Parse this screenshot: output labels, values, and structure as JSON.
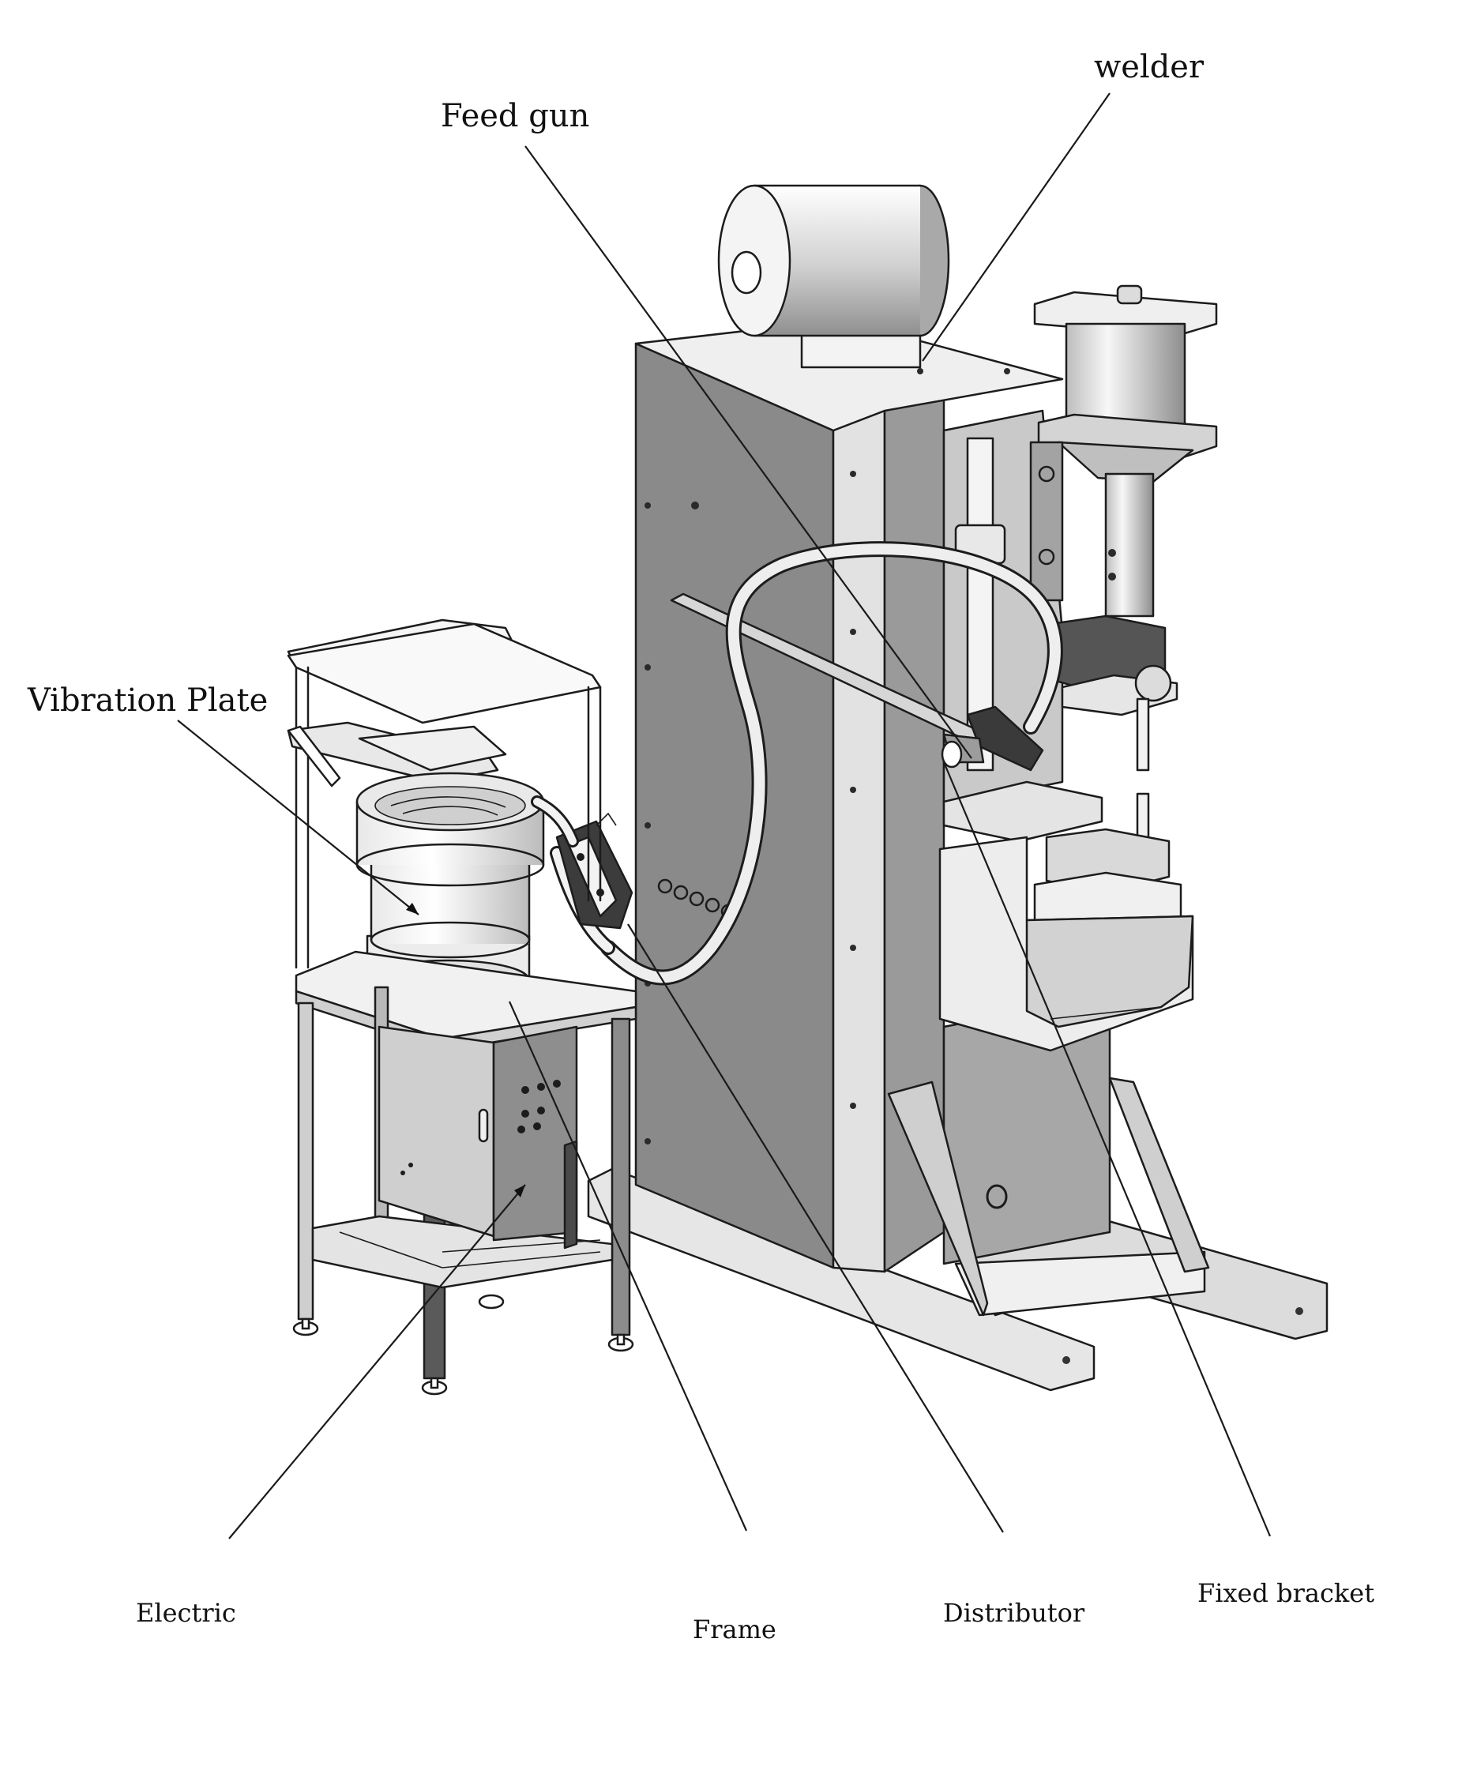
{
  "labels": {
    "welder": "welder",
    "feed_gun": "Feed gun",
    "vibration_plate": "Vibration Plate",
    "electric": "Electric",
    "frame": "Frame",
    "distributor": "Distributor",
    "fixed_bracket": "Fixed bracket"
  },
  "colors": {
    "panel_dark": "#8a8a8a",
    "panel_mid": "#a9a9a9",
    "panel_light": "#d8d8d8",
    "metal_white": "#f2f2f2",
    "line": "#1c1c1c"
  }
}
